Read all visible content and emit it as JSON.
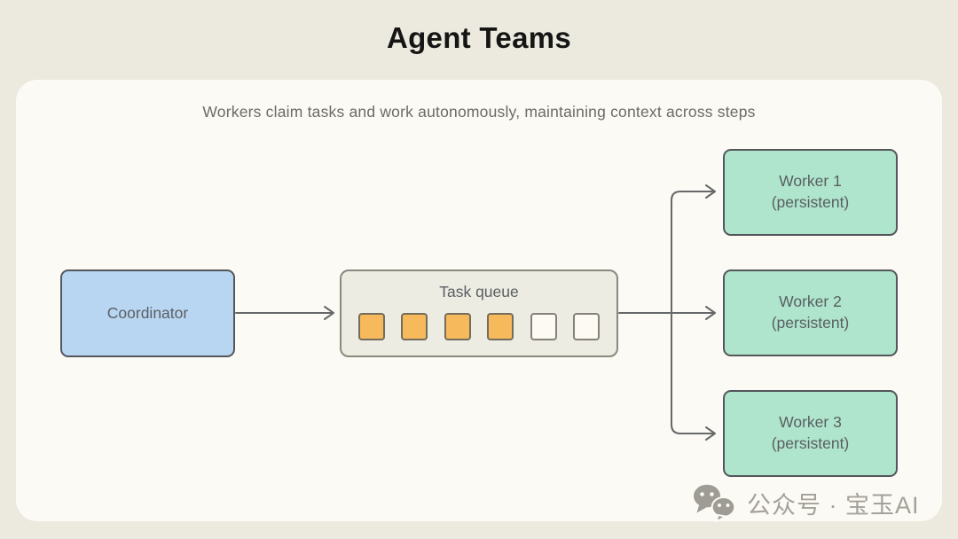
{
  "page": {
    "title": "Agent Teams",
    "subtitle": "Workers claim tasks and work autonomously, maintaining context across steps"
  },
  "diagram": {
    "coordinator": {
      "label": "Coordinator"
    },
    "task_queue": {
      "label": "Task queue",
      "slots": [
        {
          "filled": true
        },
        {
          "filled": true
        },
        {
          "filled": true
        },
        {
          "filled": true
        },
        {
          "filled": false
        },
        {
          "filled": false
        }
      ]
    },
    "workers": [
      {
        "name": "Worker 1",
        "sub": "(persistent)"
      },
      {
        "name": "Worker 2",
        "sub": "(persistent)"
      },
      {
        "name": "Worker 3",
        "sub": "(persistent)"
      }
    ]
  },
  "watermark": {
    "icon": "wechat-icon",
    "text": "公众号 · 宝玉AI"
  },
  "colors": {
    "background": "#ECEADF",
    "card": "#FCFAF4",
    "coordinator_fill": "#B8D6F2",
    "worker_fill": "#AEE5CC",
    "queue_fill": "#EDECE2",
    "slot_filled": "#F6B95C",
    "slot_empty": "#FCFAF2",
    "node_border": "#53565B",
    "arrow": "#66686A"
  }
}
